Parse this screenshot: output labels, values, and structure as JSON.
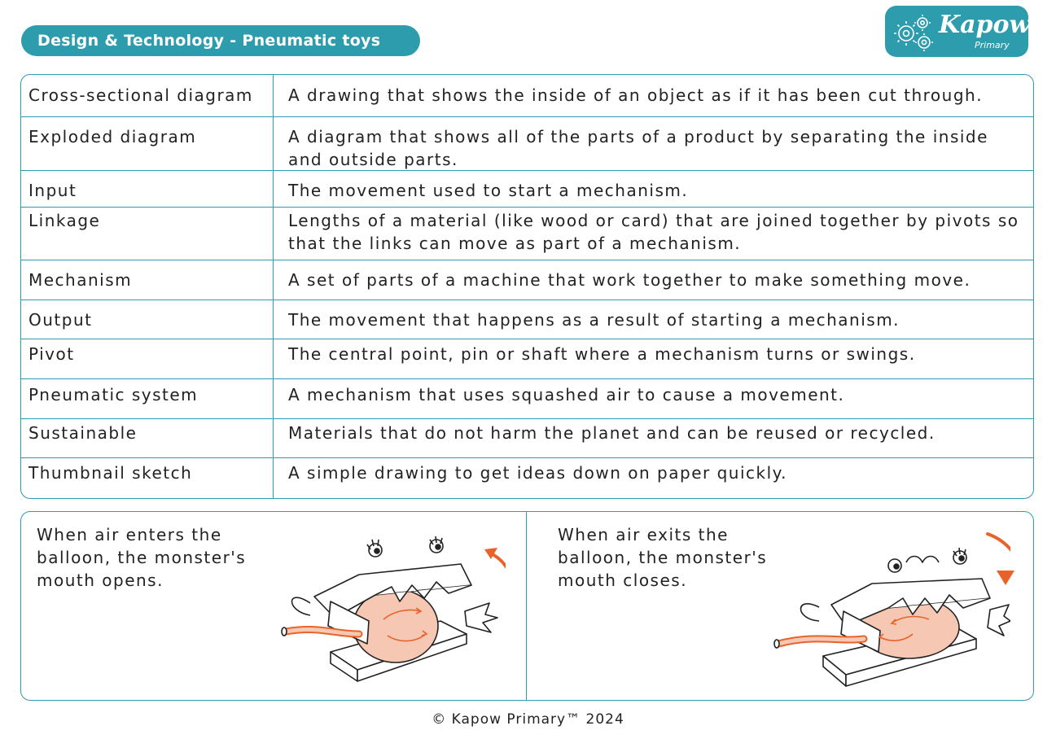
{
  "header": {
    "title": "Design & Technology - Pneumatic toys",
    "logo_text": "Kapow",
    "logo_sub": "Primary"
  },
  "glossary": [
    {
      "term": "Cross-sectional diagram",
      "definition": "A drawing that shows the inside of an object as if it has been cut through."
    },
    {
      "term": "Exploded diagram",
      "definition": "A diagram that shows all of the parts of a product by separating the inside and outside parts."
    },
    {
      "term": "Input",
      "definition": "The movement used to start a mechanism."
    },
    {
      "term": "Linkage",
      "definition": "Lengths of a material (like wood or card) that are joined together by pivots so that the links can move as part of a mechanism."
    },
    {
      "term": "Mechanism",
      "definition": "A set of parts of a machine that work together to make something move."
    },
    {
      "term": "Output",
      "definition": "The movement that happens as a result of starting a mechanism."
    },
    {
      "term": "Pivot",
      "definition": "The central point, pin or shaft where a mechanism turns or swings."
    },
    {
      "term": "Pneumatic system",
      "definition": "A mechanism that uses squashed air to cause a movement."
    },
    {
      "term": "Sustainable",
      "definition": "Materials that do not harm the planet and can be reused or recycled."
    },
    {
      "term": "Thumbnail sketch",
      "definition": "A simple drawing to get ideas down on paper quickly."
    }
  ],
  "examples": {
    "left_caption": "When air enters the balloon, the monster's mouth opens.",
    "right_caption": "When air exits the balloon, the monster's mouth closes."
  },
  "footer": "© Kapow Primary™ 2024",
  "colors": {
    "accent": "#2d9cac",
    "arrow": "#e8622a",
    "balloon": "#f6c8b4"
  }
}
